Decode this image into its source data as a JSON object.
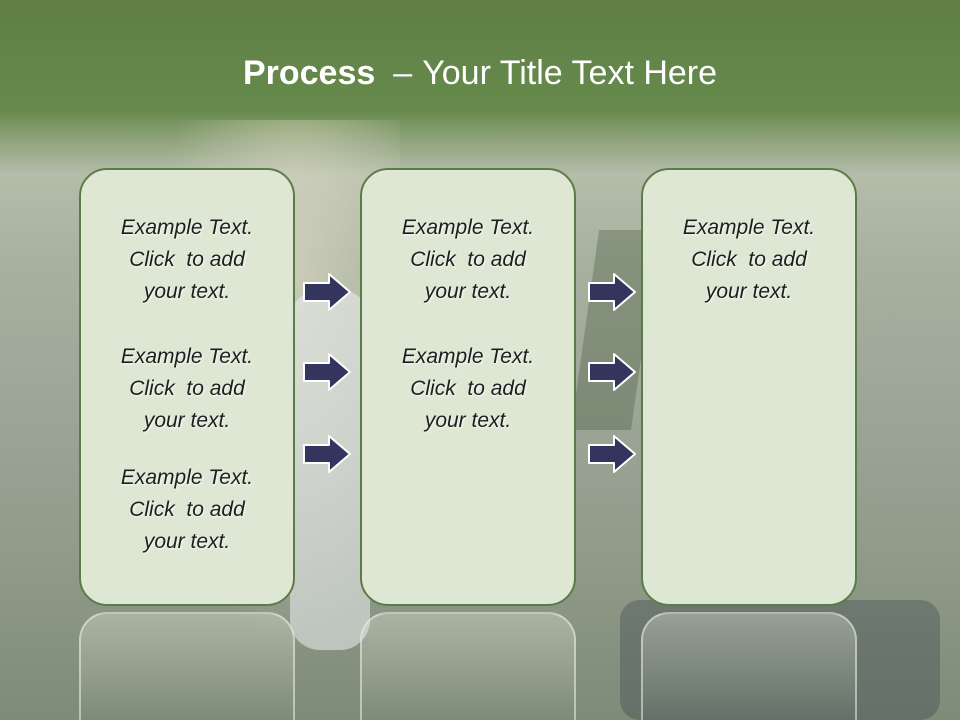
{
  "title": {
    "bold": "Process",
    "dash": "–",
    "rest": "Your Title Text Here"
  },
  "columns": [
    {
      "blocks": [
        [
          "Example Text.",
          "Click  to add",
          "your text."
        ],
        [
          "Example Text.",
          "Click  to add",
          "your text."
        ],
        [
          "Example Text.",
          "Click  to add",
          "your text."
        ]
      ]
    },
    {
      "blocks": [
        [
          "Example Text.",
          "Click  to add",
          "your text."
        ],
        [
          "Example Text.",
          "Click  to add",
          "your text."
        ]
      ]
    },
    {
      "blocks": [
        [
          "Example Text.",
          "Click  to add",
          "your text."
        ]
      ]
    }
  ],
  "colors": {
    "title_bar": "#668a4c",
    "panel_fill": "#dde7d3",
    "panel_border": "#5c7c47",
    "arrow_fill": "#33355f"
  },
  "icons": [
    "right-arrow-icon"
  ]
}
